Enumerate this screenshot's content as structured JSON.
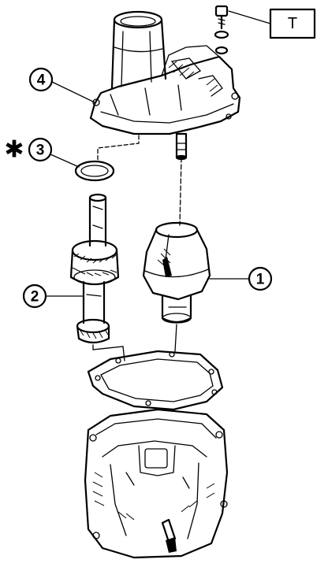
{
  "callouts": {
    "one": "1",
    "two": "2",
    "three": "3",
    "four": "4"
  },
  "torque_box": "T",
  "star_mark": "✱",
  "colors": {
    "ink": "#000000",
    "paper": "#ffffff"
  }
}
